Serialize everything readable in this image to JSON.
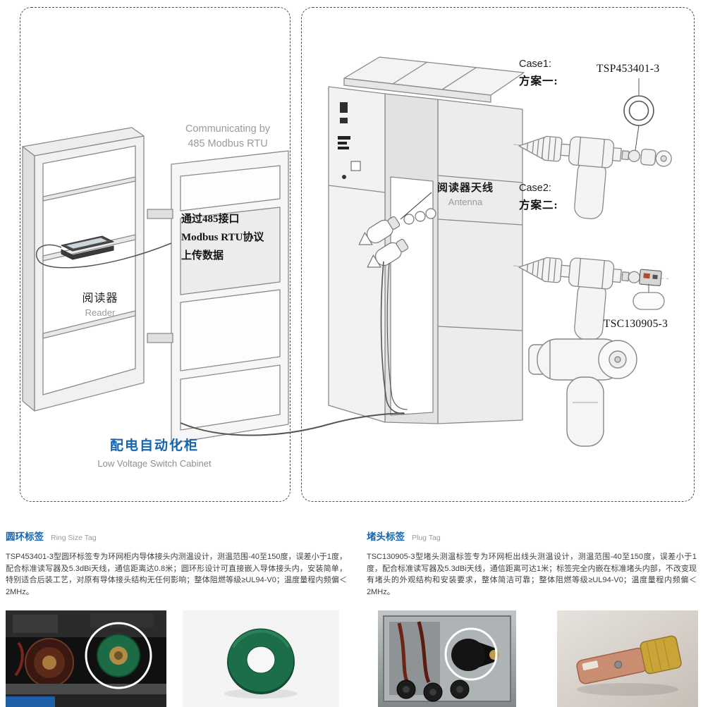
{
  "colors": {
    "accent": "#1565b0",
    "text_gray": "#9b9b9b",
    "body_text": "#404040",
    "ring_green": "#1b6e49"
  },
  "left_panel": {
    "comm_line1": "Communicating by",
    "comm_line2": "485 Modbus RTU",
    "note_line1": "通过485接口",
    "note_line2": "Modbus RTU协议",
    "note_line3": "上传数据",
    "reader_cn": "阅读器",
    "reader_en": "Reader",
    "title_cn": "配电自动化柜",
    "title_en": "Low Voltage Switch Cabinet"
  },
  "right_panel": {
    "antenna_cn": "阅读器天线",
    "antenna_en": "Antenna",
    "case1_en": "Case1:",
    "case1_cn": "方案一:",
    "part1": "TSP453401-3",
    "case2_en": "Case2:",
    "case2_cn": "方案二:",
    "part2": "TSC130905-3"
  },
  "sections": [
    {
      "title_cn": "圆环标签",
      "title_en": "Ring Size Tag",
      "body": "TSP453401-3型圆环标签专为环网柜内导体接头内测温设计，测温范围-40至150度，误差小于1度，配合标准读写器及5.3dBi天线，通信距离达0.8米；圆环形设计可直接嵌入导体接头内，安装简单，特别适合后装工艺，对原有导体接头结构无任何影响；整体阻燃等级≥UL94-V0；温度量程内频偏＜2MHz。"
    },
    {
      "title_cn": "堵头标签",
      "title_en": "Plug Tag",
      "body": "TSC130905-3型堵头测温标签专为环网柜出线头测温设计，测温范围-40至150度，误差小于1度，配合标准读写器及5.3dBi天线，通信距离可达1米；标签完全内嵌在标准堵头内部，不改变现有堵头的外观结构和安装要求，整体简洁可靠；整体阻燃等级≥UL94-V0；温度量程内频偏＜2MHz。"
    }
  ]
}
